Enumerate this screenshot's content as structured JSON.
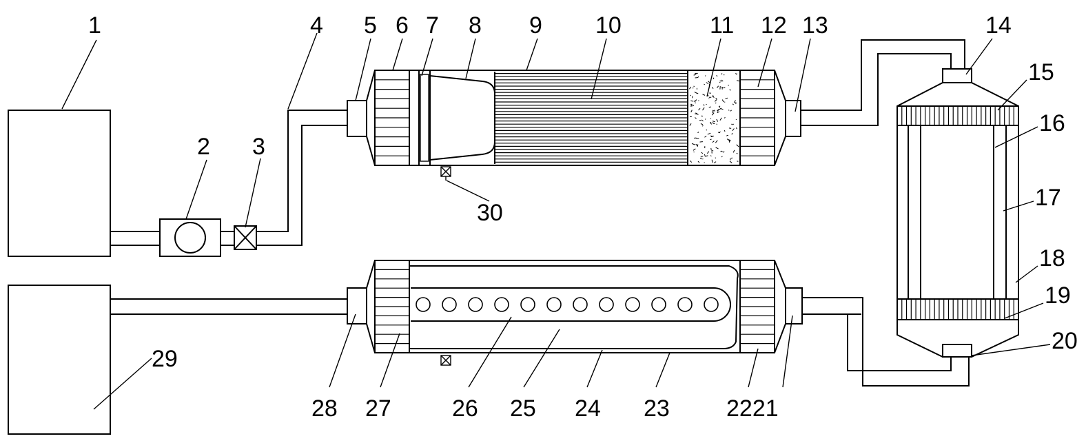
{
  "labels": {
    "l1": "1",
    "l2": "2",
    "l3": "3",
    "l4": "4",
    "l5": "5",
    "l6": "6",
    "l7": "7",
    "l8": "8",
    "l9": "9",
    "l10": "10",
    "l11": "11",
    "l12": "12",
    "l13": "13",
    "l14": "14",
    "l15": "15",
    "l16": "16",
    "l17": "17",
    "l18": "18",
    "l19": "19",
    "l20": "20",
    "l2221": "2221",
    "l23": "23",
    "l24": "24",
    "l25": "25",
    "l26": "26",
    "l27": "27",
    "l28": "28",
    "l29": "29",
    "l30": "30"
  }
}
